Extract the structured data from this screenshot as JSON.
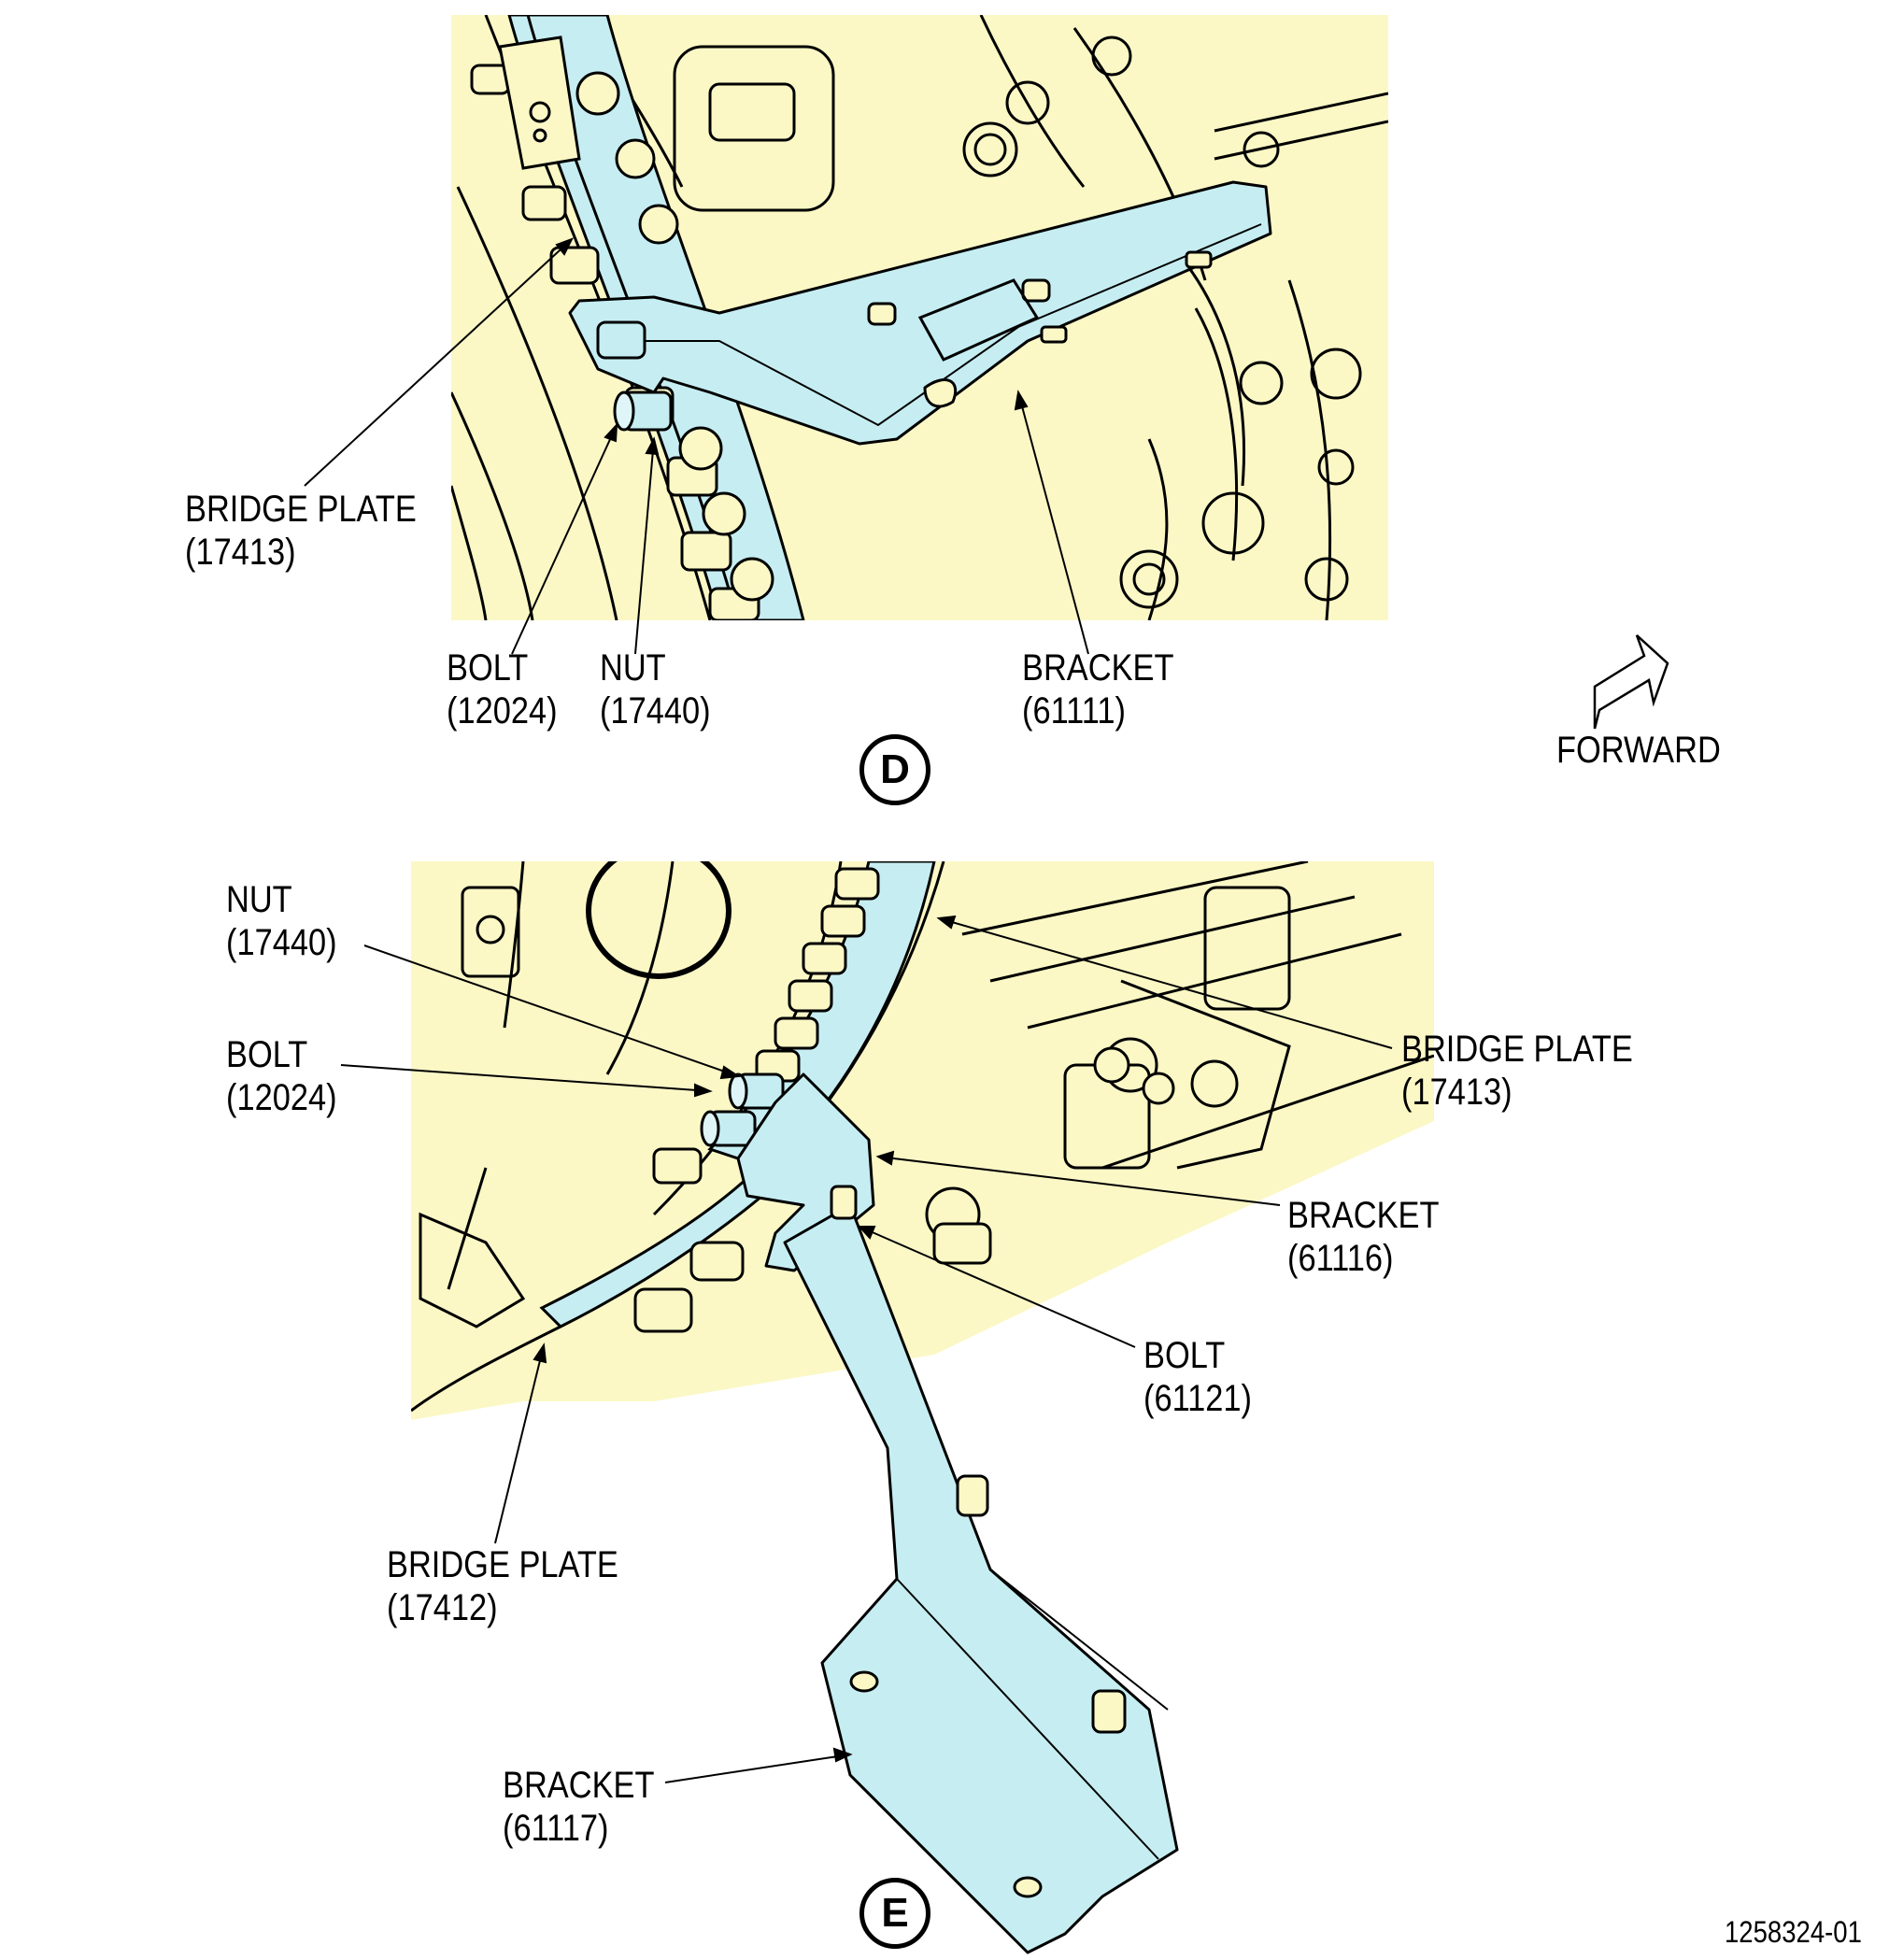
{
  "colors": {
    "engine_fill": "#fbf8c6",
    "part_fill": "#c6eef2",
    "line": "#000000",
    "background": "#ffffff"
  },
  "view_d": {
    "letter": "D",
    "callouts": {
      "bridge_plate": {
        "name": "BRIDGE PLATE",
        "number": "(17413)"
      },
      "bolt": {
        "name": "BOLT",
        "number": "(12024)"
      },
      "nut": {
        "name": "NUT",
        "number": "(17440)"
      },
      "bracket": {
        "name": "BRACKET",
        "number": "(61111)"
      }
    }
  },
  "forward_arrow": {
    "label": "FORWARD",
    "icon": "forward-arrow-icon"
  },
  "view_e": {
    "letter": "E",
    "callouts": {
      "nut": {
        "name": "NUT",
        "number": "(17440)"
      },
      "bolt_12024": {
        "name": "BOLT",
        "number": "(12024)"
      },
      "bridge_plate_17413": {
        "name": "BRIDGE PLATE",
        "number": "(17413)"
      },
      "bracket_61116": {
        "name": "BRACKET",
        "number": "(61116)"
      },
      "bolt_61121": {
        "name": "BOLT",
        "number": "(61121)"
      },
      "bridge_plate_17412": {
        "name": "BRIDGE PLATE",
        "number": "(17412)"
      },
      "bracket_61117": {
        "name": "BRACKET",
        "number": "(61117)"
      }
    }
  },
  "figure_number": "1258324-01"
}
